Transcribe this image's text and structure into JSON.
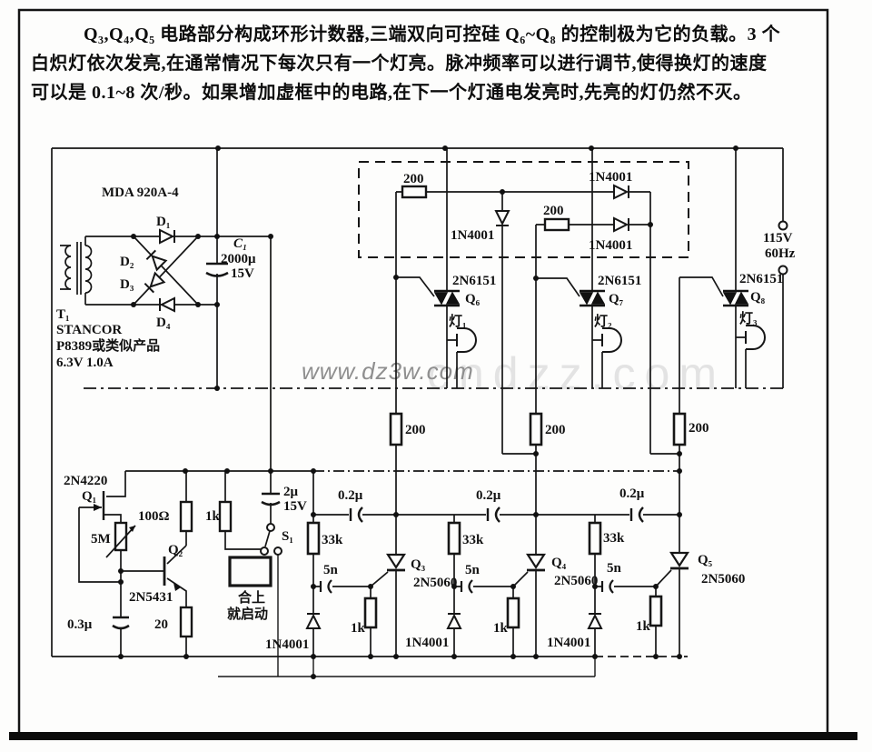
{
  "description": {
    "l1": "Q₃,Q₄,Q₅ 电路部分构成环形计数器,三端双向可控硅 Q₆~Q₈ 的控制极为它的负载。3 个",
    "l2": "白炽灯依次发亮,在通常情况下每次只有一个灯亮。脉冲频率可以进行调节,使得换灯的速度",
    "l3": "可以是 0.1~8 次/秒。如果增加虚框中的电路,在下一个灯通电发亮时,先亮的灯仍然不灭。"
  },
  "watermark": {
    "main": "www.dz3w.com",
    "ghost": "cndzz.com"
  },
  "power": {
    "bridge_model": "MDA 920A-4",
    "d1": "D₁",
    "d2": "D₂",
    "d3": "D₃",
    "d4": "D₄",
    "c1_ref": "C₁",
    "c1_value": "2000μ",
    "c1_voltage": "15V",
    "t1_ref": "T₁",
    "t1_brand": "STANCOR",
    "t1_note": "P8389或类似产品",
    "t1_rating": "6.3V 1.0A",
    "ac_voltage": "115V",
    "ac_freq": "60Hz"
  },
  "dashed_box": {
    "r1": "200",
    "r2": "200",
    "d_top": "1N4001",
    "d_mid": "1N4001",
    "d_bottom": "1N4001"
  },
  "triacs": {
    "model": "2N6151",
    "q6": "Q₆",
    "q7": "Q₇",
    "q8": "Q₈",
    "lamp1": "灯₁",
    "lamp2": "灯₂",
    "lamp3": "灯₃",
    "r_anode": "200"
  },
  "oscillator": {
    "q1_model": "2N4220",
    "q1": "Q₁",
    "pot": "5M",
    "r_drain": "100Ω",
    "q2": "Q₂",
    "q2_model": "2N5431",
    "c_timing": "0.3μ",
    "r_source": "20",
    "r_supply": "1k",
    "c_start": "2μ",
    "c_start_v": "15V",
    "s1": "S₁",
    "start_note_1": "合上",
    "start_note_2": "就启动"
  },
  "counter": {
    "model": "2N5060",
    "q3": "Q₃",
    "q4": "Q₄",
    "q5": "Q₅",
    "c_couple": "0.2μ",
    "r_top": "33k",
    "c_gate": "5n",
    "r_gate": "1k",
    "d_cathode": "1N4001"
  }
}
